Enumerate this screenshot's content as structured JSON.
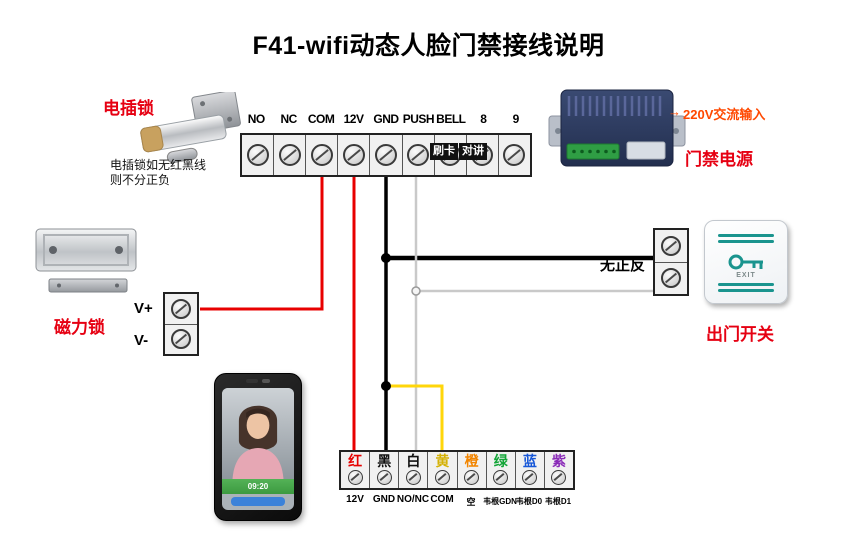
{
  "title": "F41-wifi动态人脸门禁接线说明",
  "labels": {
    "electric_lock": "电插锁",
    "electric_lock_note1": "电插锁如无红黑线",
    "electric_lock_note2": "则不分正负",
    "magnetic_lock": "磁力锁",
    "v_plus": "V+",
    "v_minus": "V-",
    "power_supply": "门禁电源",
    "power_input_arrow": "→",
    "power_input": "220V交流输入",
    "exit_switch": "出门开关",
    "no_polarity": "无正反",
    "exit_button_text": "EXIT"
  },
  "top_terminal_block": {
    "pins": [
      "NO",
      "NC",
      "COM",
      "12V",
      "GND",
      "PUSH",
      "BELL",
      "8",
      "9"
    ],
    "tag_swipe_card": "刷卡",
    "tag_intercom": "对讲"
  },
  "bottom_terminal_block": {
    "wires": [
      {
        "name": "红",
        "color": "#e60000",
        "pin": "12V"
      },
      {
        "name": "黑",
        "color": "#111111",
        "pin": "GND"
      },
      {
        "name": "白",
        "color": "#111111",
        "pin": "NO/NC"
      },
      {
        "name": "黄",
        "color": "#d4b106",
        "pin": "COM"
      },
      {
        "name": "橙",
        "color": "#f28500",
        "pin": "空"
      },
      {
        "name": "绿",
        "color": "#12a537",
        "pin": "韦根GDN"
      },
      {
        "name": "蓝",
        "color": "#1858d8",
        "pin": "韦根D0"
      },
      {
        "name": "紫",
        "color": "#8a2bb8",
        "pin": "韦根D1"
      }
    ]
  },
  "face_device": {
    "screen_time": "09:20"
  },
  "colors": {
    "red_wire": "#e80000",
    "black_wire": "#000000",
    "white_wire": "#c9c9c9",
    "yellow_wire": "#ffd60a",
    "label_red": "#e60012",
    "accent_orange": "#ff4800",
    "teal": "#1a948e"
  }
}
